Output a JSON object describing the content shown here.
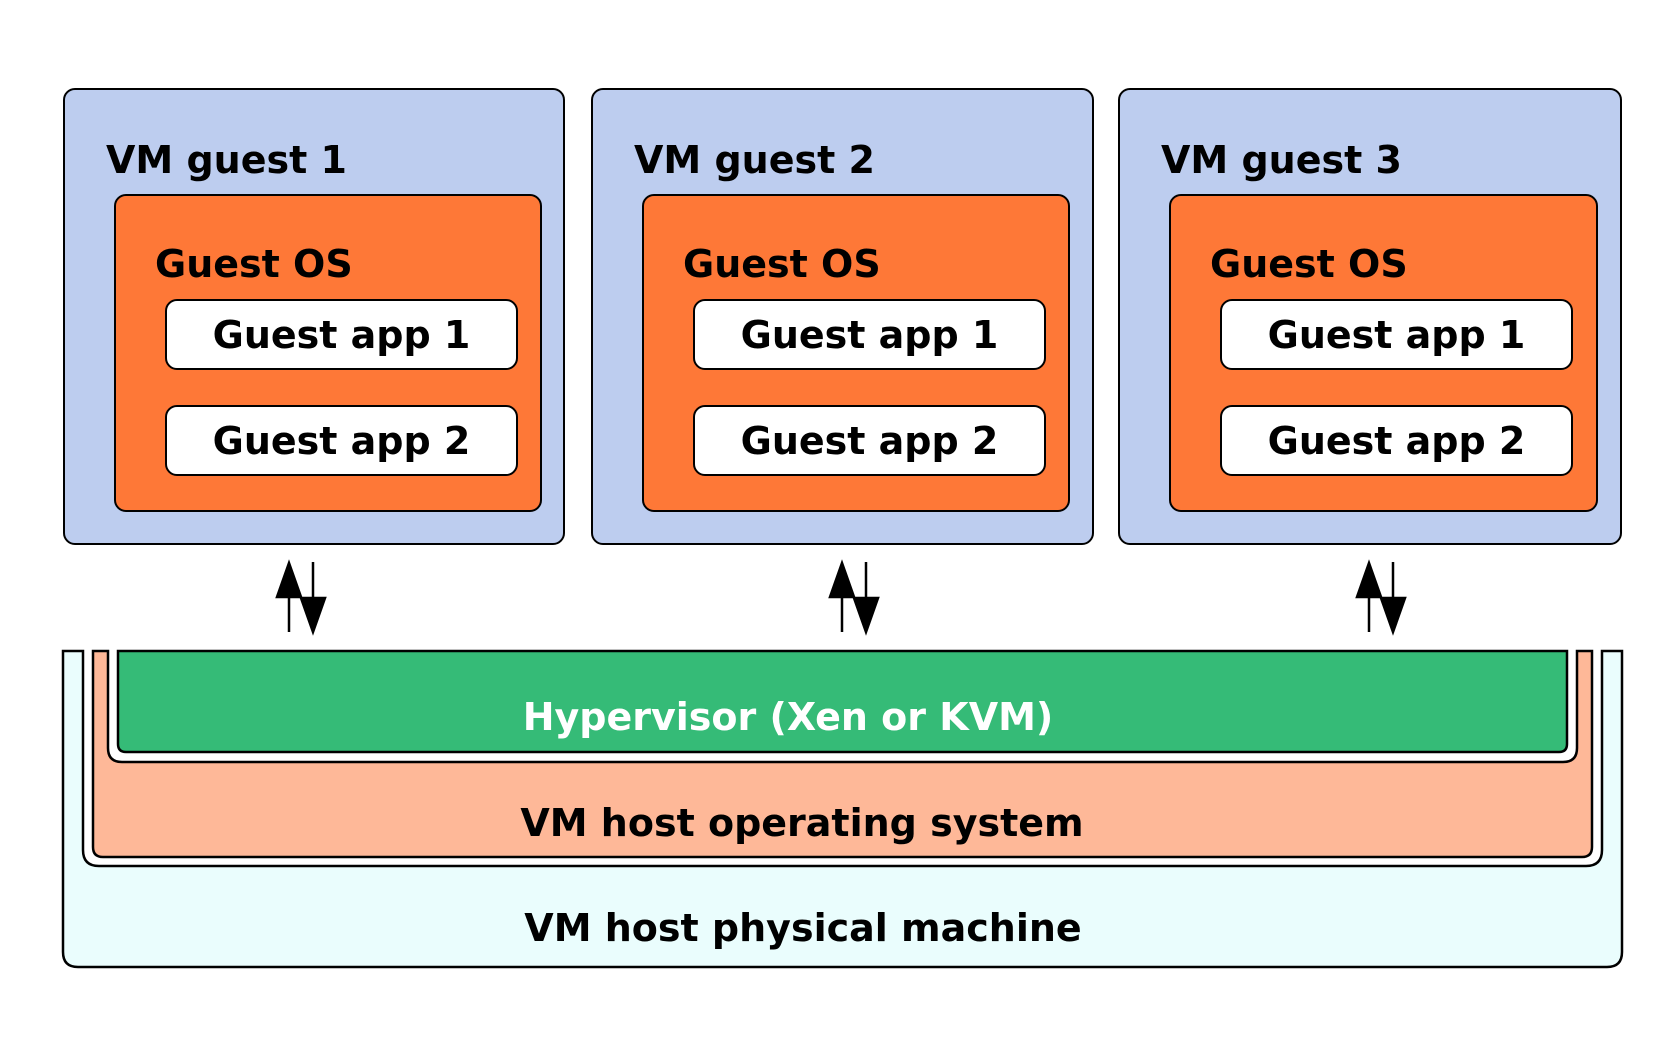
{
  "vm_guests": [
    {
      "title": "VM guest 1",
      "os": {
        "title": "Guest OS",
        "apps": [
          "Guest app 1",
          "Guest app 2"
        ]
      }
    },
    {
      "title": "VM guest 2",
      "os": {
        "title": "Guest OS",
        "apps": [
          "Guest app 1",
          "Guest app 2"
        ]
      }
    },
    {
      "title": "VM guest 3",
      "os": {
        "title": "Guest OS",
        "apps": [
          "Guest app 1",
          "Guest app 2"
        ]
      }
    }
  ],
  "host": {
    "hypervisor_label": "Hypervisor (Xen or KVM)",
    "os_label": "VM host operating system",
    "physical_label": "VM host physical machine"
  },
  "colors": {
    "vm_guest_bg": "#bdcdef",
    "guest_os_bg": "#fe7837",
    "guest_app_bg": "#ffffff",
    "hypervisor_bg": "#35bb77",
    "host_os_bg": "#feb898",
    "physical_bg": "#eafdfd"
  }
}
